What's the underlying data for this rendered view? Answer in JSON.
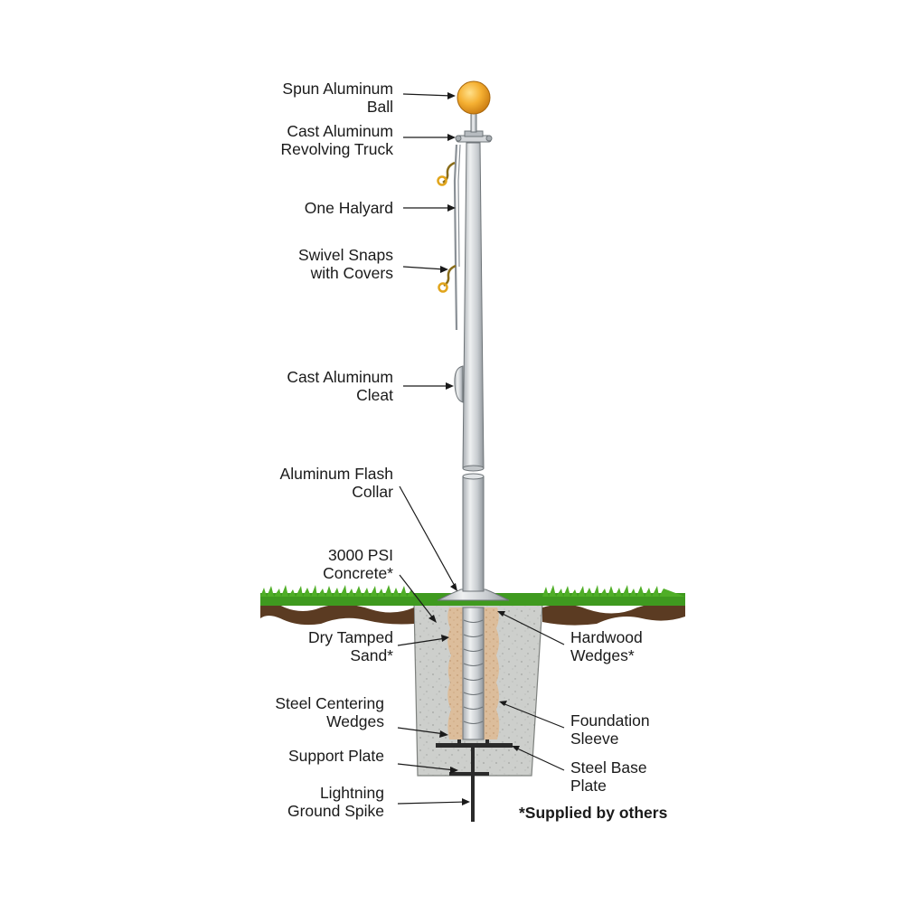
{
  "labels": {
    "spun_ball": [
      "Spun Aluminum",
      "Ball"
    ],
    "revolving_truck": [
      "Cast Aluminum",
      "Revolving Truck"
    ],
    "halyard": [
      "One Halyard"
    ],
    "swivel_snaps": [
      "Swivel Snaps",
      "with Covers"
    ],
    "cleat": [
      "Cast Aluminum",
      "Cleat"
    ],
    "flash_collar": [
      "Aluminum Flash",
      "Collar"
    ],
    "concrete": [
      "3000 PSI",
      "Concrete*"
    ],
    "tamped_sand": [
      "Dry Tamped",
      "Sand*"
    ],
    "centering_wedges": [
      "Steel Centering",
      "Wedges"
    ],
    "support_plate": [
      "Support Plate"
    ],
    "ground_spike": [
      "Lightning",
      "Ground Spike"
    ],
    "hardwood_wedges": [
      "Hardwood",
      "Wedges*"
    ],
    "foundation_sleeve": [
      "Foundation",
      "Sleeve"
    ],
    "base_plate": [
      "Steel Base",
      "Plate"
    ]
  },
  "footnote": "*Supplied by others",
  "colors": {
    "pole": "#cfd3d6",
    "pole_shadow": "#9aa0a5",
    "ball": "#f3a62a",
    "grass": "#3f9a1f",
    "soil": "#5b3b22",
    "concrete": "#c9cbc8",
    "sand": "#d8b894",
    "leader": "#1a1a1a"
  }
}
